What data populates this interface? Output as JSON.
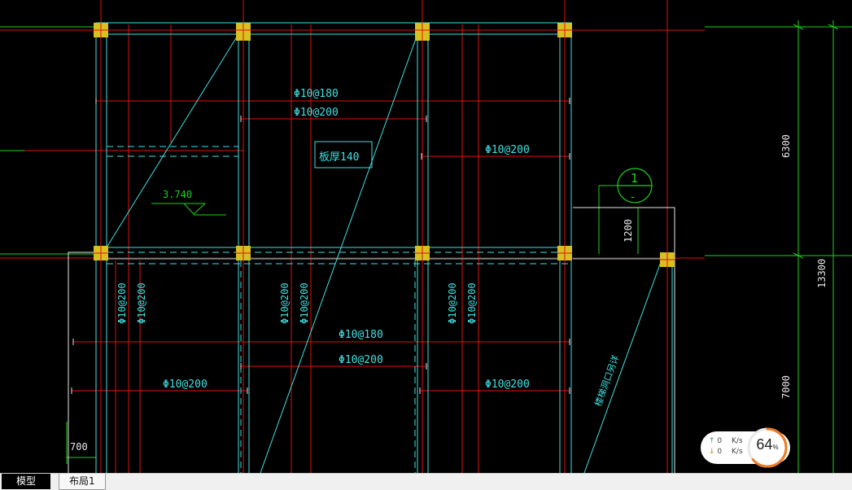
{
  "drawing": {
    "rebar": {
      "top_main": "Φ10@180",
      "top_sub": "Φ10@200",
      "top_right": "Φ10@200",
      "lower_main": "Φ10@180",
      "lower_sub": "Φ10@200",
      "lower_left": "Φ10@200",
      "lower_right": "Φ10@200",
      "vert_a1": "Φ10@200",
      "vert_a2": "Φ10@200",
      "vert_b1": "Φ10@200",
      "vert_b2": "Φ10@200",
      "vert_c1": "Φ10@200",
      "vert_c2": "Φ10@200"
    },
    "slab_label": "板厚140",
    "elevation": "3.740",
    "section_num": "1",
    "section_sub": "-",
    "dim_1200": "1200",
    "dim_6300": "6300",
    "dim_13300": "13300",
    "dim_7000": "7000",
    "dim_700": "700",
    "stair_note": "楼梯洞口另详"
  },
  "tabs": {
    "model": "模型",
    "layout1": "布局1"
  },
  "net_widget": {
    "up_value": "0",
    "down_value": "0",
    "unit": "K/s",
    "percent": 64,
    "percent_text": "64",
    "percent_sign": "%"
  },
  "colors": {
    "background": "#000000",
    "axis_red": "#e01010",
    "beam_cyan": "#40e0e0",
    "dim_green": "#20d020",
    "column_yellow": "#d8c020",
    "gauge_orange": "#f07a20"
  }
}
